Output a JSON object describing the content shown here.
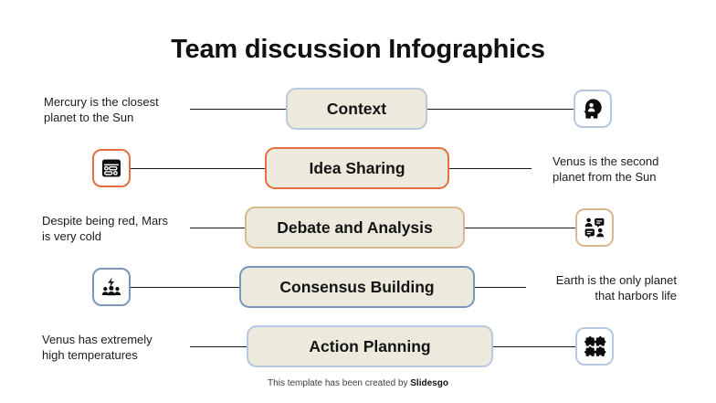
{
  "title": "Team discussion Infographics",
  "footer": {
    "text": "This template has been created by ",
    "brand": "Slidesgo"
  },
  "colors": {
    "pill_fill": "#ece9dd",
    "context_border": "#b8c8de",
    "idea_border": "#e2703a",
    "debate_border": "#d9b88f",
    "consensus_border": "#7a96bd",
    "action_border": "#b8c8de",
    "line": "#1b1b1b",
    "text": "#141414"
  },
  "rows": [
    {
      "label": "Context",
      "caption": "Mercury is the closest\nplanet to the Sun",
      "caption_side": "left",
      "icon": "head-profile-person-icon",
      "border": "#b8c8de"
    },
    {
      "label": "Idea Sharing",
      "caption": "Venus is the second\nplanet from the Sun",
      "caption_side": "right",
      "icon": "presentation-board-icon",
      "border": "#e2703a"
    },
    {
      "label": "Debate and Analysis",
      "caption": "Despite being red, Mars\nis very cold",
      "caption_side": "left",
      "icon": "two-people-speech-bubbles-icon",
      "border": "#d9b88f"
    },
    {
      "label": "Consensus Building",
      "caption": "Earth is the only planet\nthat harbors life",
      "caption_side": "right",
      "icon": "group-lightning-icon",
      "border": "#7a96bd"
    },
    {
      "label": "Action Planning",
      "caption": "Venus has extremely\nhigh temperatures",
      "caption_side": "left",
      "icon": "puzzle-pieces-icon",
      "border": "#b8c8de"
    }
  ]
}
